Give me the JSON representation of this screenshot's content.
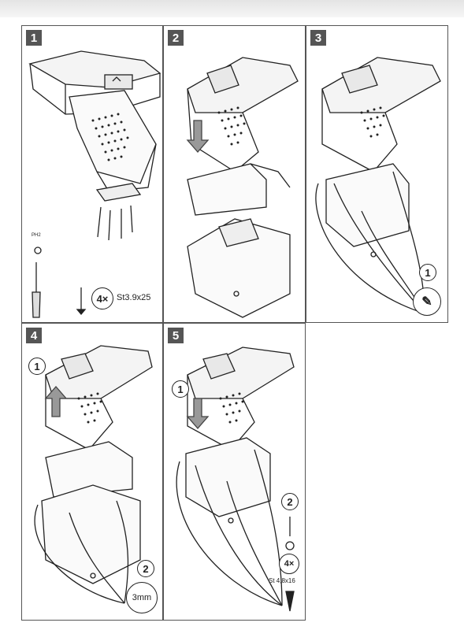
{
  "steps": [
    {
      "number": "1",
      "tool_label": "PH2",
      "screw_count": "4×",
      "screw_spec": "St3.9x25"
    },
    {
      "number": "2"
    },
    {
      "number": "3",
      "callout_1": "1"
    },
    {
      "number": "4",
      "callout_1": "1",
      "callout_2": "2",
      "gap_label": "3mm"
    },
    {
      "number": "5",
      "callout_1": "1",
      "callout_2": "2",
      "screw_count": "4×",
      "screw_spec": "St 4,8x16"
    }
  ]
}
